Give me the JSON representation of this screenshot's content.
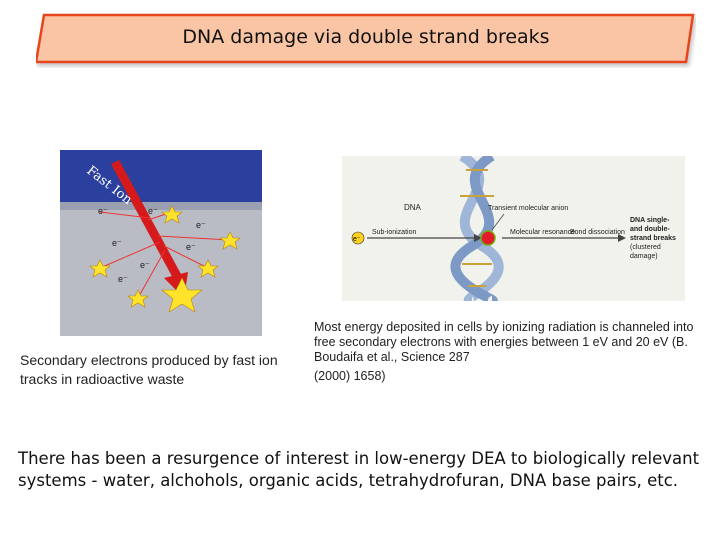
{
  "title": "DNA damage via double strand breaks",
  "left_figure": {
    "label_fast_ion": "Fast Ion",
    "electron_labels": [
      "e⁻",
      "e⁻",
      "e⁻",
      "e⁻",
      "e⁻",
      "e⁻",
      "e⁻"
    ],
    "caption": "Secondary electrons produced by fast ion tracks in radioactive waste"
  },
  "right_figure": {
    "label_dna": "DNA",
    "label_transient": "Transient molecular anion",
    "label_electron": "e⁻",
    "label_sub_ionization": "Sub-ionization",
    "label_molecular_resonance": "Molecular resonance",
    "label_bond_dissociation": "Bond dissociation",
    "label_breaks_1": "DNA single-",
    "label_breaks_2": "and double-",
    "label_breaks_3": "strand breaks",
    "label_breaks_4": "(clustered",
    "label_breaks_5": "damage)",
    "caption_main": "Most energy deposited in cells by ionizing radiation is channeled into free secondary electrons with energies between 1 eV and 20 eV (B. Boudaifa et al., Science 287",
    "caption_tail": "(2000) 1658)"
  },
  "body_text": "There has been a resurgence of interest in low-energy DEA to biologically relevant systems - water, alchohols, organic acids, tetrahydrofuran, DNA base pairs, etc.",
  "colors": {
    "title_fill": "#f9c5a4",
    "title_border": "#e8441c",
    "left_bg_top": "#2a3f9e",
    "left_bg_main": "#b9bcc4",
    "ion_arrow": "#d41a1a"
  }
}
